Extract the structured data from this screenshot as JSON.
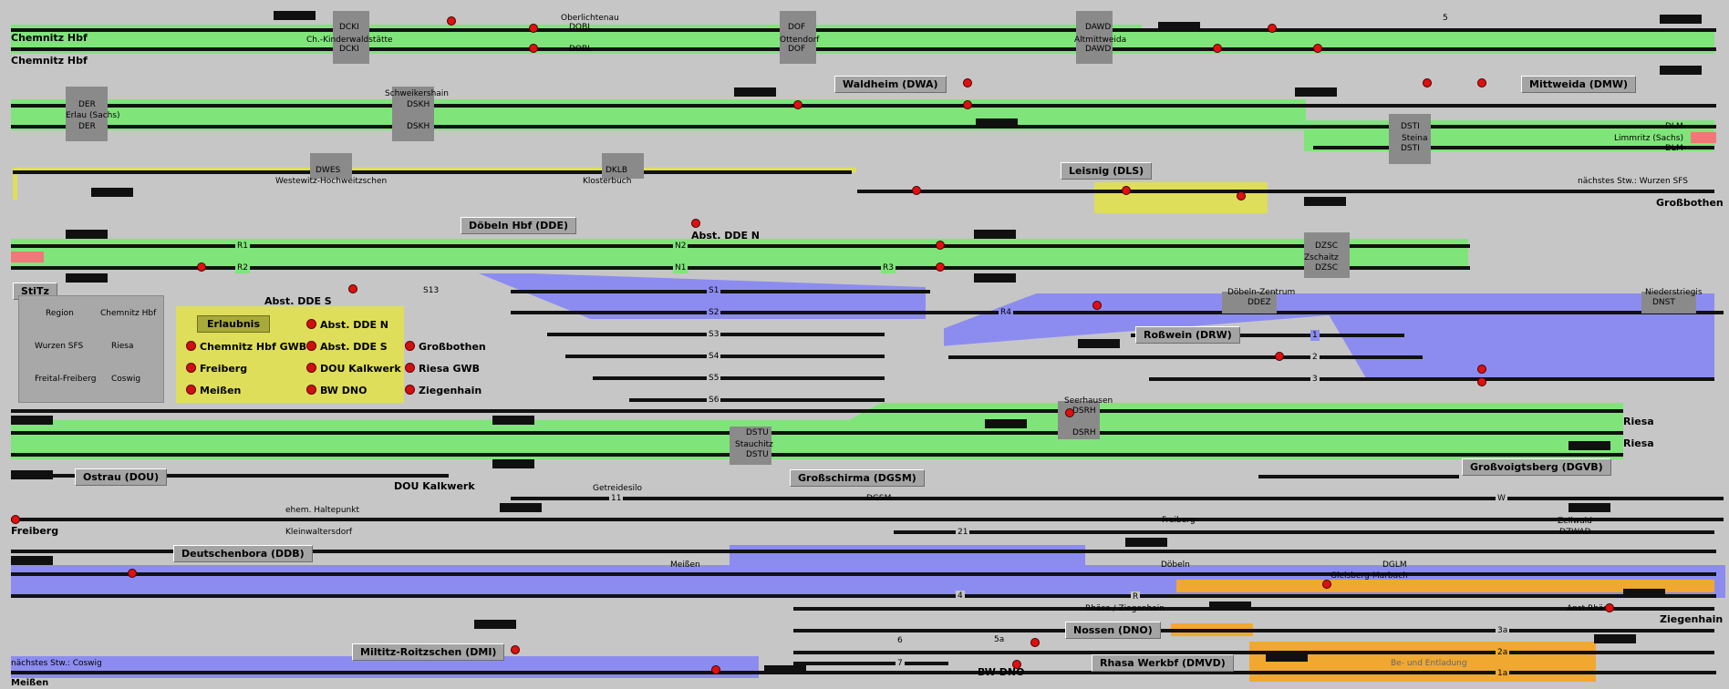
{
  "colors": {
    "background": "#c6c6c6",
    "track_occupied_green": "#7fe57a",
    "track_occupied_yellow": "#dede5a",
    "track_occupied_blue": "#8c8cf0",
    "track_occupied_orange": "#f0a830",
    "track_rail": "#111111",
    "signal_red": "#e01010",
    "station_box": "#a4a4a4",
    "alert_pink": "#f07878"
  },
  "station_boxes": [
    {
      "label": "Waldheim (DWA)"
    },
    {
      "label": "Mittweida (DMW)"
    },
    {
      "label": "Leisnig (DLS)"
    },
    {
      "label": "Döbeln Hbf (DDE)"
    },
    {
      "label": "StiTz"
    },
    {
      "label": "Roßwein (DRW)"
    },
    {
      "label": "Ostrau (DOU)"
    },
    {
      "label": "Großschirma (DGSM)"
    },
    {
      "label": "Großvoigtsberg (DGVB)"
    },
    {
      "label": "Deutschenbora (DDB)"
    },
    {
      "label": "Nossen (DNO)"
    },
    {
      "label": "Miltitz-Roitzschen (DMI)"
    },
    {
      "label": "Rhasa Werkbf (DMVD)"
    }
  ],
  "place_labels": [
    "Chemnitz Hbf",
    "Chemnitz Hbf",
    "Ch.-Kinderwaldstätte",
    "Oberlichtenau",
    "Ottendorf",
    "Altmittweida",
    "Schweikershain",
    "Erlau (Sachs)",
    "Steina",
    "Limmritz (Sachs)",
    "Westewitz-Hochweitzschen",
    "Klosterbuch",
    "nächstes Stw.: Wurzen SFS",
    "Großbothen",
    "Abst. DDE N",
    "Zschaitz",
    "Abst. DDE S",
    "Döbeln-Zentrum",
    "Niederstriegis",
    "Seerhausen",
    "Riesa",
    "Riesa",
    "Stauchitz",
    "DOU Kalkwerk",
    "Getreidesilo",
    "ehem. Haltepunkt",
    "Kleinwaltersdorf",
    "Freiberg",
    "Freiberg",
    "Zellwald",
    "Meißen",
    "Döbeln",
    "Gleisberg-Marbach",
    "Rhäsa / Ziegenhain",
    "Anst Rhäsa",
    "Ziegenhain",
    "BW DNO",
    "nächstes Stw.: Coswig",
    "Meißen",
    "Be- und Entladung"
  ],
  "block_codes": [
    "DCKI",
    "DCKI",
    "DOBL",
    "DOBL",
    "DOF",
    "DOF",
    "DAWD",
    "DAWD",
    "DER",
    "DER",
    "DSKH",
    "DSKH",
    "DSTI",
    "DSTI",
    "DLM",
    "DLM",
    "DWES",
    "DKLB",
    "DZSC",
    "DZSC",
    "DDEZ",
    "DNST",
    "DSTU",
    "DSTU",
    "DSRH",
    "DSRH",
    "DGSM",
    "DZWAD",
    "DGLM"
  ],
  "track_labels": [
    "R1",
    "R2",
    "N2",
    "N1",
    "R3",
    "S13",
    "S1",
    "S2",
    "S3",
    "S4",
    "S5",
    "S6",
    "R4",
    "1",
    "2",
    "3",
    "4",
    "5a",
    "6",
    "7",
    "11",
    "21",
    "W",
    "R",
    "3a",
    "2a",
    "1a",
    "5"
  ],
  "stitz_panel": {
    "items": [
      "Region",
      "Chemnitz Hbf",
      "Wurzen SFS",
      "Riesa",
      "Freital-Freiberg",
      "Coswig"
    ]
  },
  "erlaubnis_panel": {
    "title": "Erlaubnis",
    "items": [
      "Chemnitz Hbf GWB",
      "Abst. DDE N",
      "Großbothen",
      "Freiberg",
      "Abst. DDE S",
      "Riesa GWB",
      "Meißen",
      "DOU Kalkwerk",
      "Ziegenhain",
      "",
      "BW DNO",
      ""
    ]
  }
}
